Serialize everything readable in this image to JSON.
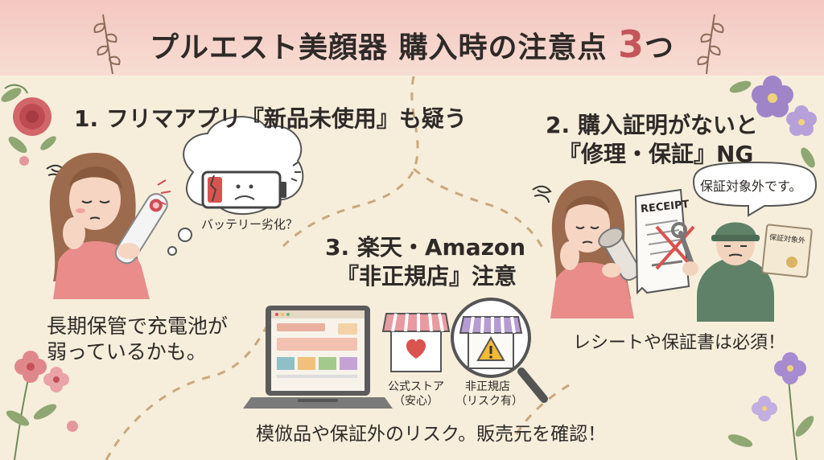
{
  "title": {
    "main": "プルエスト美顔器 購入時の注意点",
    "number": "3",
    "suffix": "つ"
  },
  "sections": [
    {
      "number": "1.",
      "heading": "フリマアプリ『新品未使用』も疑う",
      "bubble": "バッテリー劣化？",
      "note_line1": "長期保管で充電池が",
      "note_line2": "弱っているかも。"
    },
    {
      "number": "2.",
      "heading_line1": "購入証明がないと",
      "heading_line2": "『修理・保証』NG",
      "receipt_label": "RECEIPT",
      "speech": "保証対象外です。",
      "certificate_label": "保証対象外",
      "note": "レシートや保証書は必須！"
    },
    {
      "number": "3.",
      "heading_line1": "楽天・Amazon",
      "heading_line2": "『非正規店』注意",
      "store_official_line1": "公式ストア",
      "store_official_line2": "（安心）",
      "store_unofficial_line1": "非正規店",
      "store_unofficial_line2": "（リスク有）",
      "note": "模倣品や保証外のリスク。販売元を確認！"
    }
  ],
  "colors": {
    "background": "#f6eedb",
    "header_band": "#f1c7bf",
    "accent": "#c4555a",
    "text": "#2f2a28",
    "red_cross": "#d9534f",
    "purple_awning": "#b69cd3",
    "pink_awning": "#e79aa0"
  }
}
